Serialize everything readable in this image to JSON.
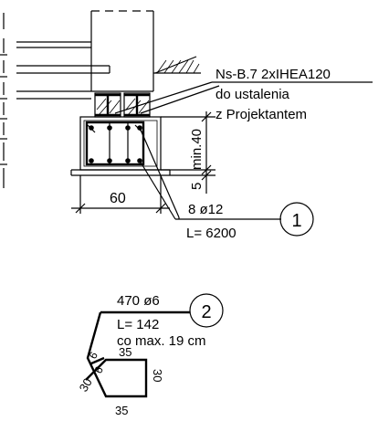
{
  "beam": {
    "label_line1": "Ns-B.7  2xIHEA120",
    "label_line2": "do ustalenia",
    "label_line3": "z Projektantem"
  },
  "dimensions": {
    "width": "60",
    "height": "min.40",
    "cover": "5"
  },
  "main_rebar": {
    "spec": "8 ø12",
    "length": "L=  6200",
    "mark": "1"
  },
  "stirrup": {
    "spec": "470 ø6",
    "length": "L= 142",
    "spacing": "co  max.  19  cm",
    "mark": "2",
    "side_top": "35",
    "side_right": "30",
    "side_bottom": "35",
    "side_left": "30",
    "hook_a": "6",
    "hook_b": "6"
  }
}
